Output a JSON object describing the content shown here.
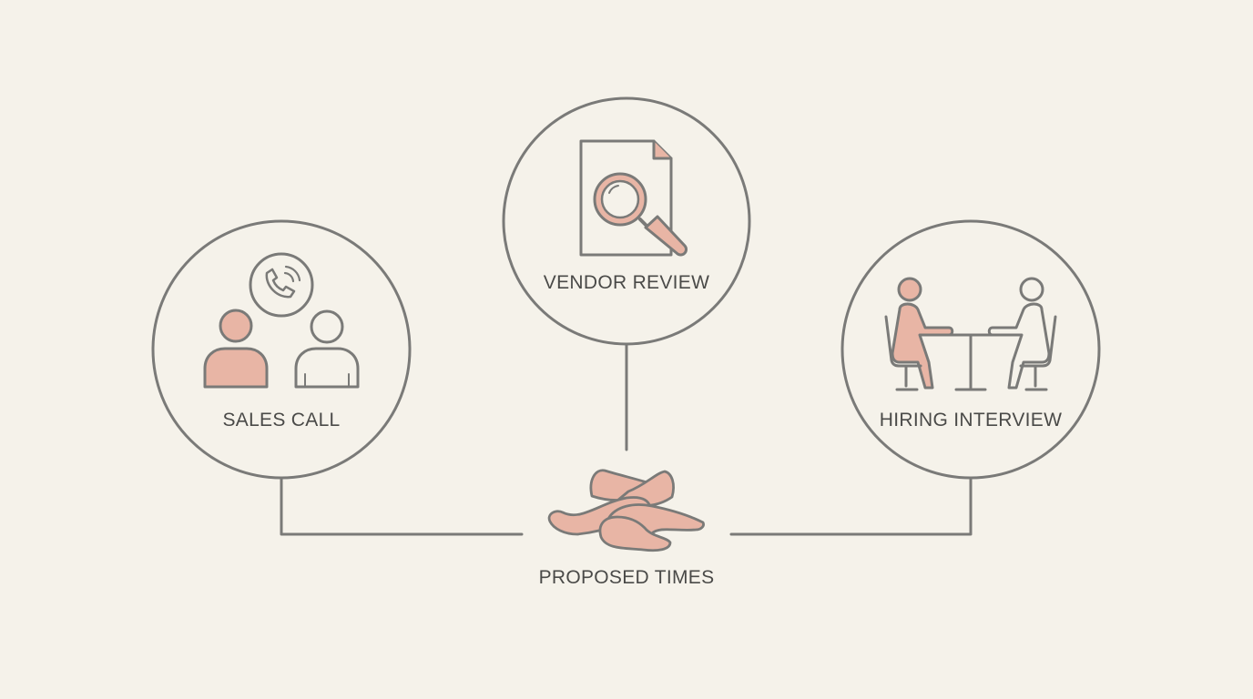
{
  "nodes": {
    "sales_call": "SALES CALL",
    "vendor_review": "VENDOR REVIEW",
    "hiring_interview": "HIRING INTERVIEW",
    "center": "PROPOSED TIMES"
  },
  "icons": [
    "phone-call-icon",
    "people-icon",
    "document-search-icon",
    "interview-table-icon",
    "chips-pile-icon"
  ],
  "colors": {
    "background": "#f5f2ea",
    "stroke": "#7a7a78",
    "accent": "#e8b5a5"
  }
}
